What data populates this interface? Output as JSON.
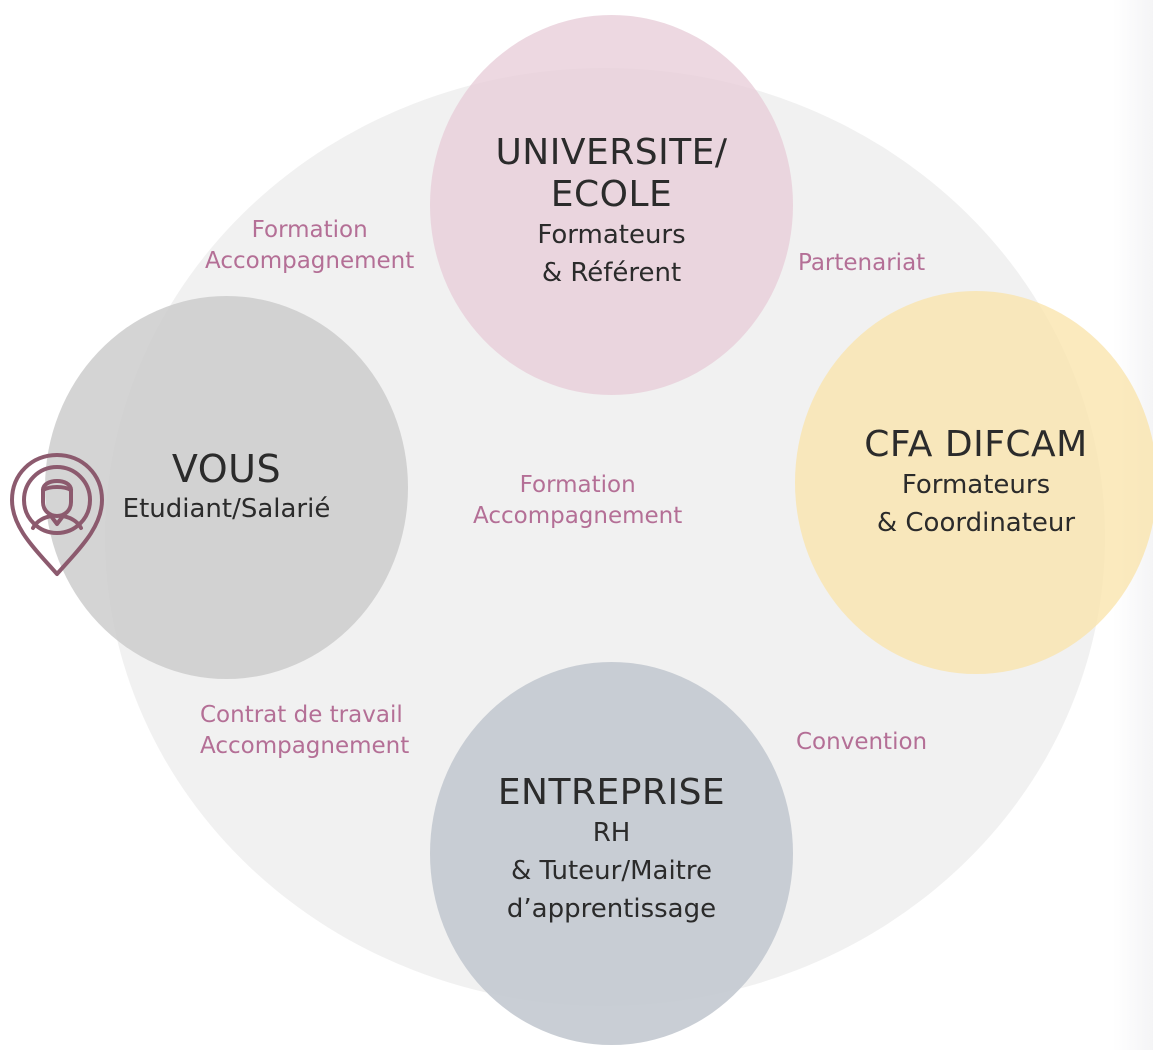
{
  "nodes": {
    "universite": {
      "title_line1": "UNIVERSITE/",
      "title_line2": "ECOLE",
      "sub_line1": "Formateurs",
      "sub_line2": "& Référent"
    },
    "vous": {
      "title": "VOUS",
      "sub": "Etudiant/Salarié"
    },
    "cfa": {
      "title": "CFA DIFCAM",
      "sub_line1": "Formateurs",
      "sub_line2": "& Coordinateur"
    },
    "entreprise": {
      "title": "ENTREPRISE",
      "sub_line1": "RH",
      "sub_line2": "& Tuteur/Maitre",
      "sub_line3": "d’apprentissage"
    }
  },
  "relations": {
    "vous_universite": {
      "line1": "Formation",
      "line2": "Accompagnement"
    },
    "universite_cfa": {
      "line1": "Partenariat"
    },
    "vous_cfa": {
      "line1": "Formation",
      "line2": "Accompagnement"
    },
    "vous_entreprise": {
      "line1": "Contrat de travail",
      "line2": "Accompagnement"
    },
    "entreprise_cfa": {
      "line1": "Convention"
    }
  },
  "colors": {
    "background_ellipse": "#f1f1f1",
    "universite": "#e8cdd9",
    "vous": "#cdcdcd",
    "cfa": "#fae3a8",
    "entreprise": "#c4cad1",
    "relation_text": "#b46f96",
    "pin_icon": "#8c5a6e"
  },
  "icons": {
    "vous_marker": "person-location-pin-icon"
  }
}
